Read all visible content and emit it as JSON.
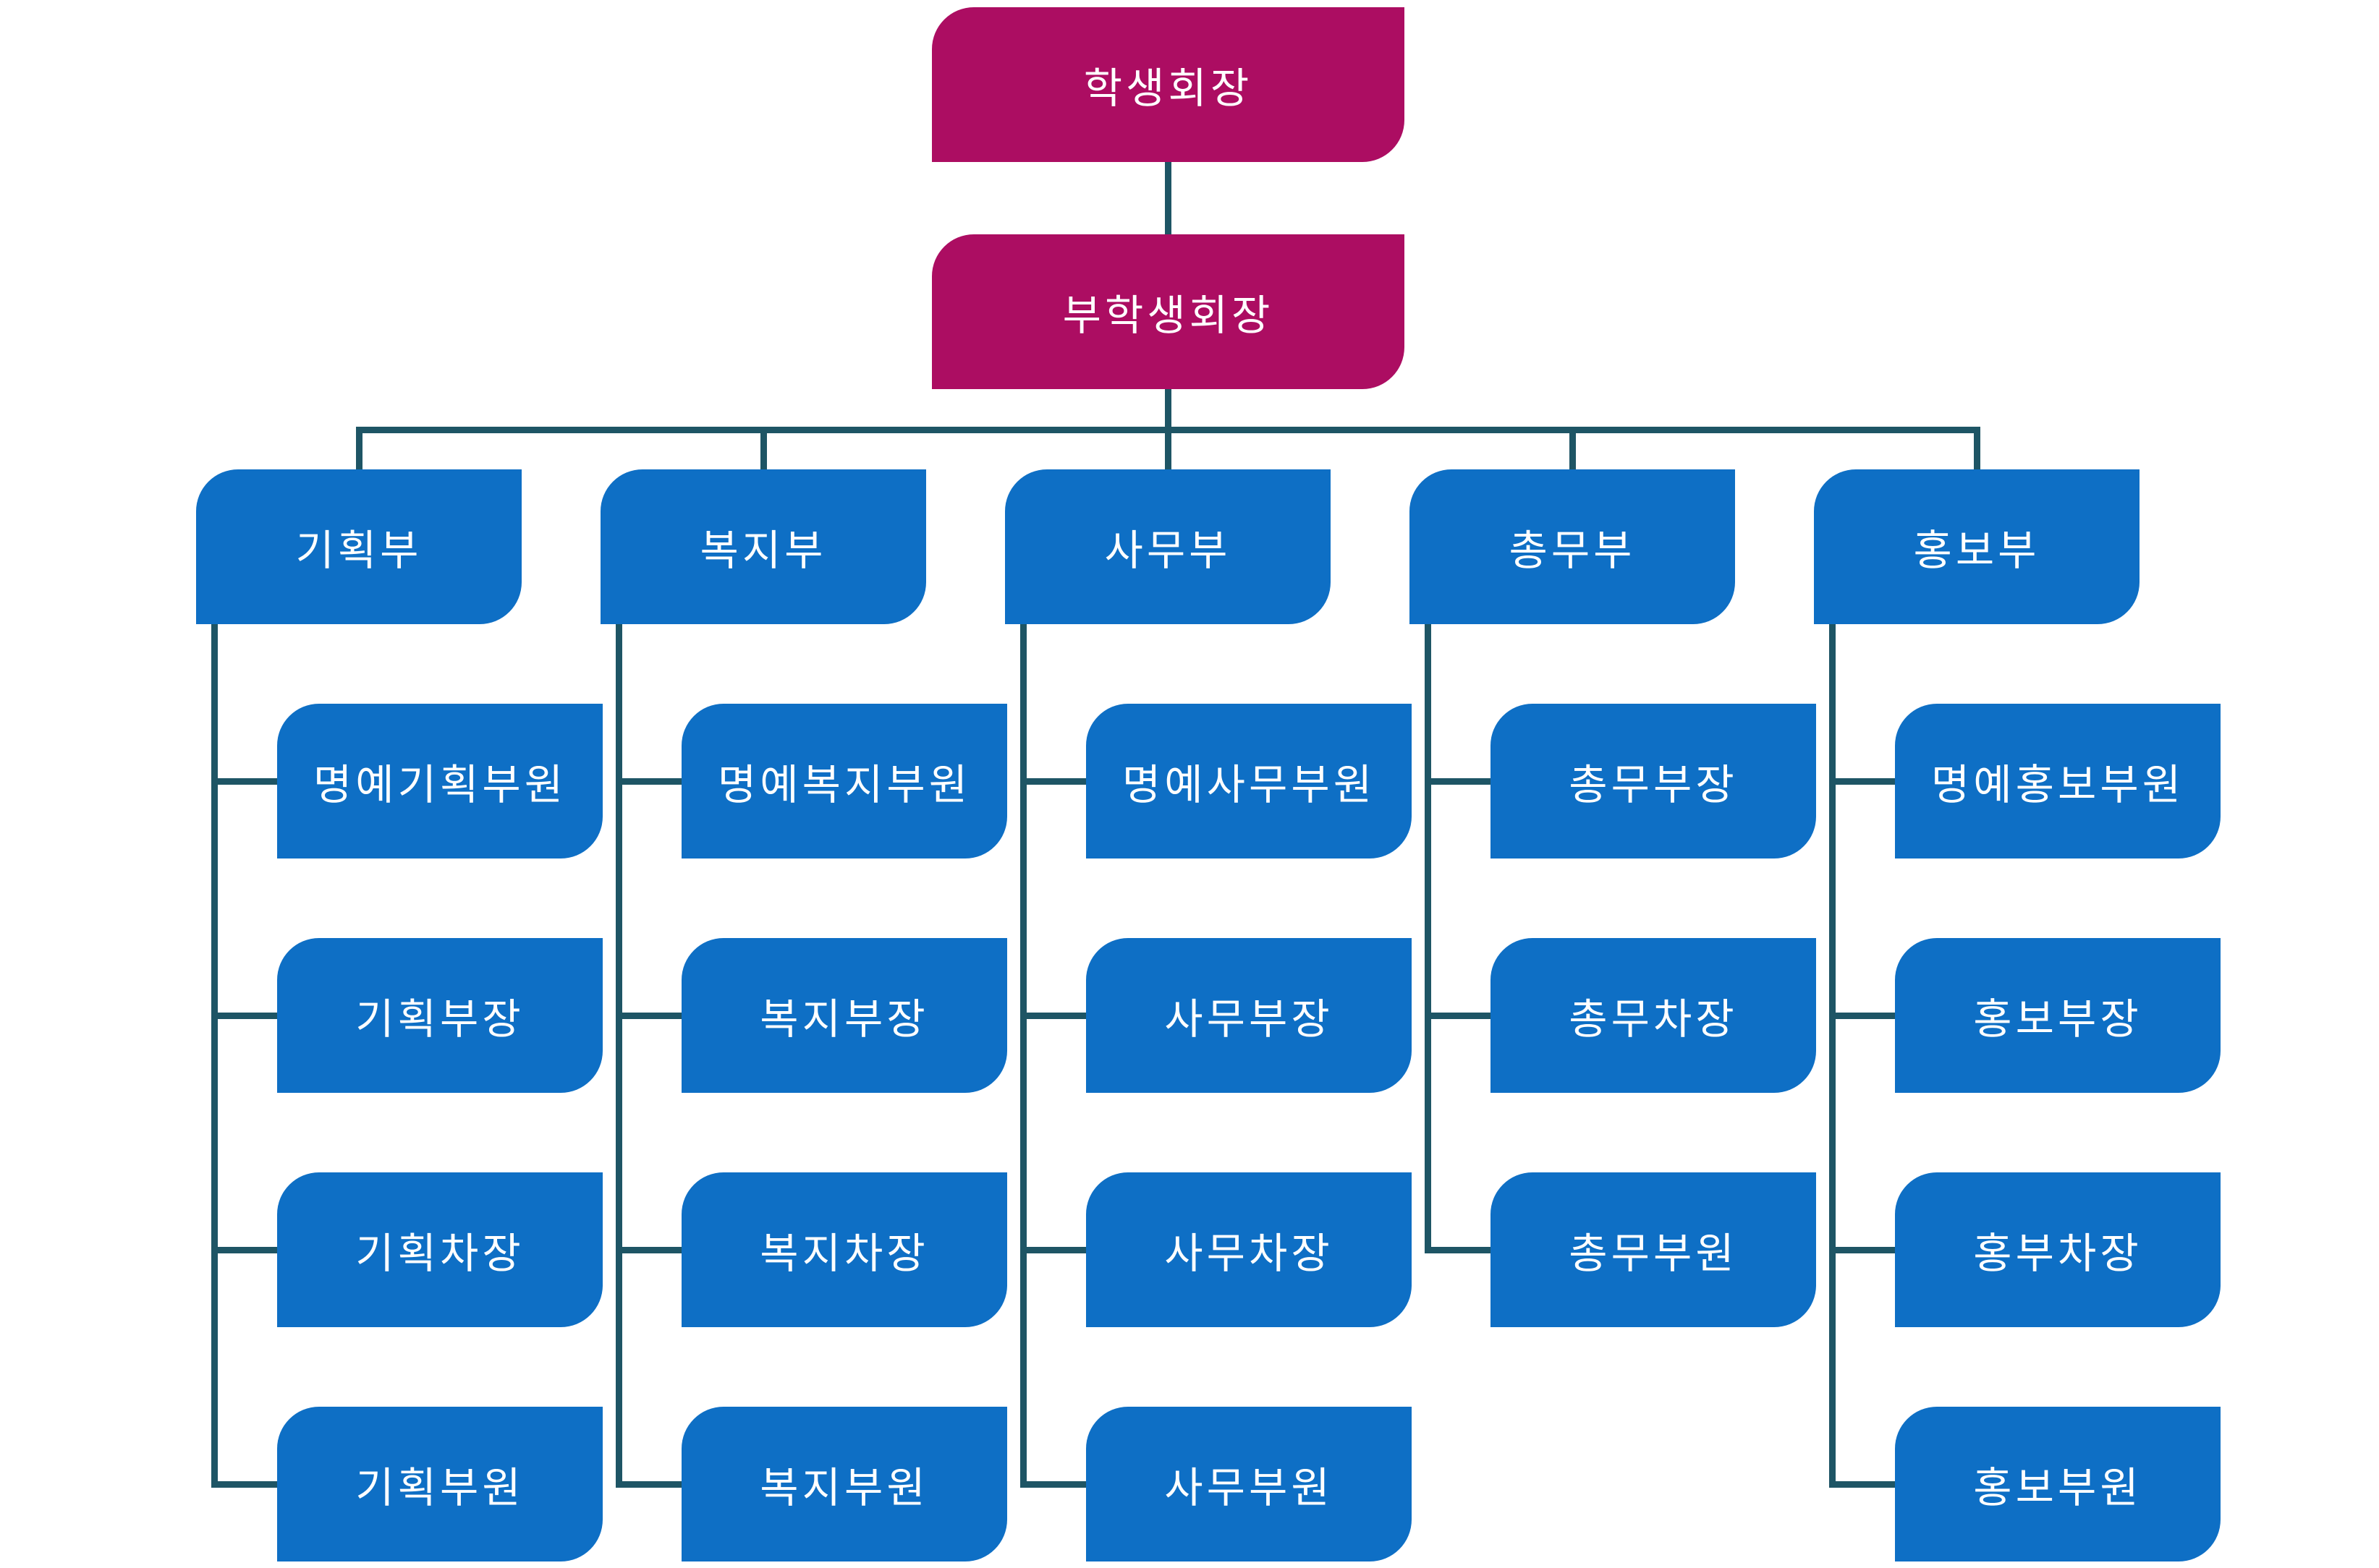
{
  "palette": {
    "node_primary": "#AC0D62",
    "node_secondary": "#0E6FC5",
    "connector": "#1E5565",
    "node_text": "#FFFFFF",
    "background": "#FFFFFF"
  },
  "org": {
    "root": "학생회장",
    "vice": "부학생회장",
    "departments": [
      {
        "label": "기획부",
        "children": [
          "명예기획부원",
          "기획부장",
          "기획차장",
          "기획부원"
        ]
      },
      {
        "label": "복지부",
        "children": [
          "명예복지부원",
          "복지부장",
          "복지차장",
          "복지부원"
        ]
      },
      {
        "label": "사무부",
        "children": [
          "명예사무부원",
          "사무부장",
          "사무차장",
          "사무부원"
        ]
      },
      {
        "label": "총무부",
        "children": [
          "총무부장",
          "총무차장",
          "총무부원"
        ]
      },
      {
        "label": "홍보부",
        "children": [
          "명예홍보부원",
          "홍보부장",
          "홍부차장",
          "홍보부원"
        ]
      }
    ]
  }
}
